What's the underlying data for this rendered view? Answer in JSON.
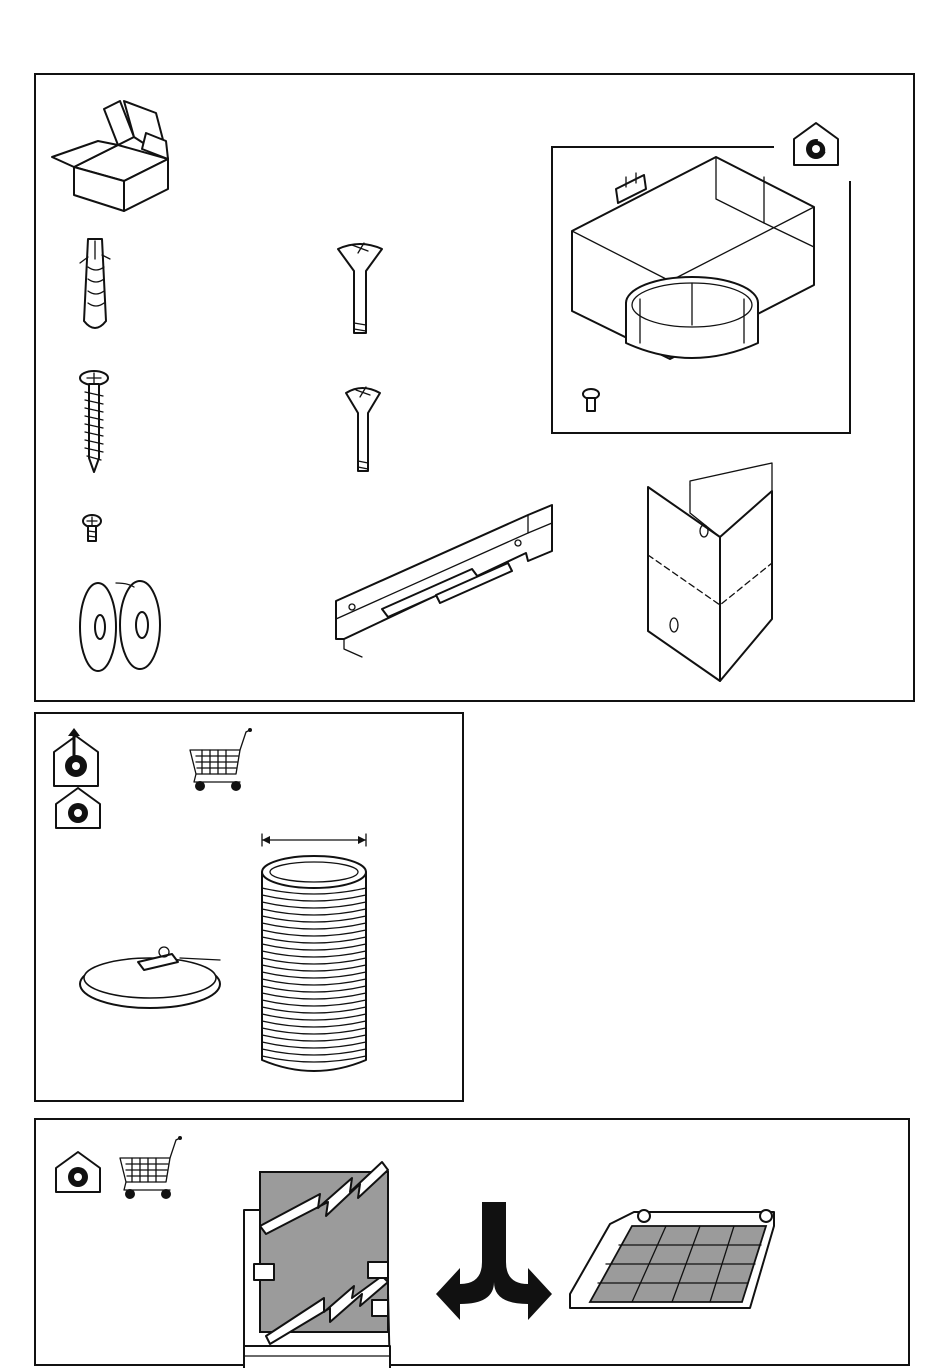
{
  "page": {
    "background": "#ffffff",
    "ink_color": "#111111",
    "filter_fill": "#9b9b9b"
  },
  "panels": {
    "kit_contents": {
      "name": "contents kit",
      "icons": [
        "open-box-icon",
        "recirculation-mode-icon"
      ],
      "parts": [
        "wall-plug",
        "countersunk-screw",
        "wood-screw",
        "small-screw",
        "washers",
        "mounting-bracket",
        "air-deflector-box",
        "chimney-corner-bracket"
      ]
    },
    "accessories": {
      "icons": [
        "extraction-mode-icon",
        "recirculation-mode-icon",
        "shopping-cart-icon"
      ],
      "parts": [
        "hose-clamp",
        "flexible-duct"
      ]
    },
    "carbon_filter": {
      "icons": [
        "recirculation-mode-icon",
        "shopping-cart-icon"
      ],
      "parts": [
        "charcoal-filter-cassette",
        "split-arrow",
        "charcoal-filter-panel"
      ]
    }
  }
}
